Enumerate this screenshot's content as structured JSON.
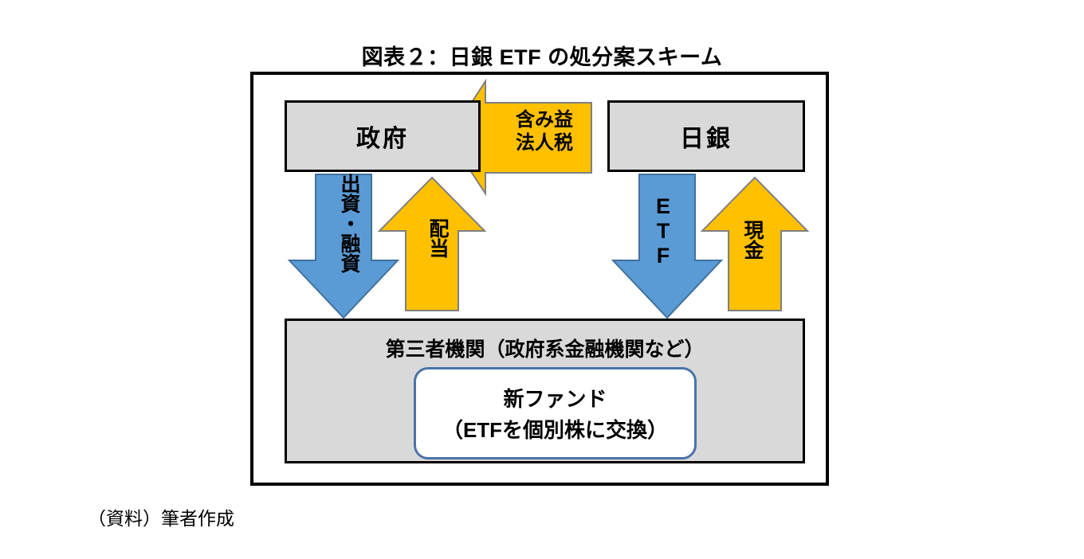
{
  "figure": {
    "title": "図表２：日銀 ETF の処分案スキーム",
    "source_note": "（資料）筆者作成"
  },
  "nodes": {
    "government": "政府",
    "boj": "日銀",
    "third_party": "第三者機関（政府系金融機関など）",
    "new_fund_line1": "新ファンド",
    "new_fund_line2": "（ETFを個別株に交換）"
  },
  "flows": [
    {
      "id": "funding",
      "label": "出資・融資",
      "from": "政府",
      "to": "第三者機関（政府系金融機関など）",
      "direction": "down",
      "color": "#5b9bd5"
    },
    {
      "id": "dividend",
      "label": "配当",
      "from": "第三者機関（政府系金融機関など）",
      "to": "政府",
      "direction": "up",
      "color": "#ffc000"
    },
    {
      "id": "etf",
      "label": "ETF",
      "from": "日銀",
      "to": "第三者機関（政府系金融機関など）",
      "direction": "down",
      "color": "#5b9bd5"
    },
    {
      "id": "cash",
      "label": "現金",
      "from": "第三者機関（政府系金融機関など）",
      "to": "日銀",
      "direction": "up",
      "color": "#ffc000"
    },
    {
      "id": "tax",
      "label": "含み益\n法人税",
      "from": "日銀",
      "to": "政府",
      "direction": "left",
      "color": "#ffc000"
    }
  ],
  "colors": {
    "blue_arrow": "#5b9bd5",
    "blue_arrow_stroke": "#41719c",
    "yellow_arrow": "#ffc000",
    "yellow_arrow_stroke": "#7f7f7f",
    "box_fill": "#d9d9d9",
    "box_border": "#000000",
    "fund_border": "#4a73a8",
    "background": "#ffffff"
  }
}
